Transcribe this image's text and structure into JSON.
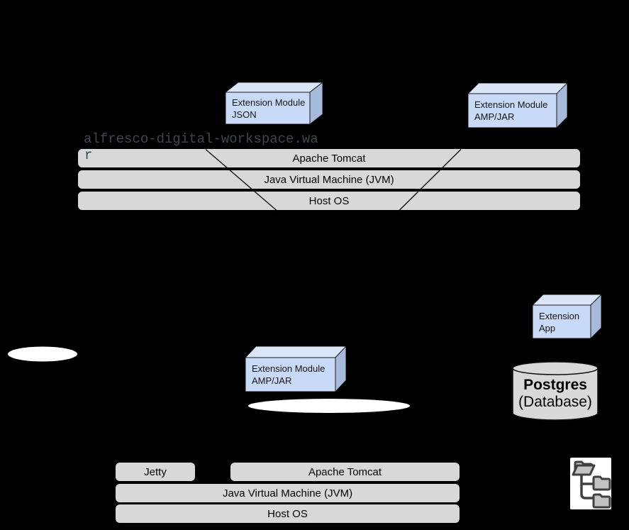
{
  "acs_node": {
    "war_file_line1": "alfresco-digital-workspace.wa",
    "war_file_line2": "r",
    "extension_module_json": {
      "line1": "Extension Module",
      "line2": "JSON"
    },
    "extension_module_amp": {
      "line1": "Extension Module",
      "line2": "AMP/JAR"
    },
    "layer_tomcat": "Apache Tomcat",
    "layer_jvm": "Java Virtual Machine (JVM)",
    "layer_host_os": "Host OS"
  },
  "app_node": {
    "extension_app": {
      "line1": "Extension",
      "line2": "App"
    },
    "extension_module_amp": {
      "line1": "Extension Module",
      "line2": "AMP/JAR"
    },
    "database_name": "Postgres",
    "database_kind": "(Database)",
    "layer_jetty": "Jetty",
    "layer_tomcat": "Apache Tomcat",
    "layer_jvm": "Java Virtual Machine (JVM)",
    "layer_host_os": "Host OS"
  },
  "icons": {
    "folder_tree": "folder-tree-icon"
  },
  "colors": {
    "background": "#000000",
    "layer_fill": "#d8d8d8",
    "module_box_front": "#c9daf8",
    "module_box_top": "#dbe5f8",
    "module_box_side": "#a8bada",
    "war_text": "#3d474f",
    "database_fill": "#d9d9d9",
    "ellipse_fill": "#ffffff",
    "icon_stroke": "#404040",
    "icon_fill": "#c2c2c2"
  }
}
